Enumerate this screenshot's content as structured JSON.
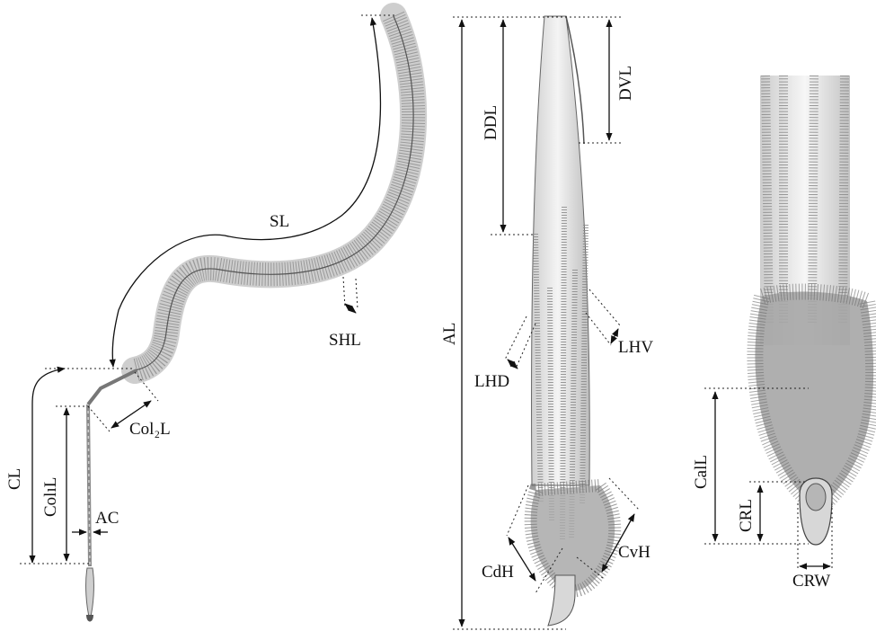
{
  "labels": {
    "sl": "SL",
    "shl": "SHL",
    "cl": "CL",
    "col1l": "ColıL",
    "col2l": "Col₂L",
    "ac": "AC",
    "al": "AL",
    "ddl": "DDL",
    "dvl": "DVL",
    "lhd": "LHD",
    "lhv": "LHV",
    "cdh": "CdH",
    "cvh": "CvH",
    "call": "CalL",
    "crl": "CRL",
    "crw": "CRW"
  },
  "colors": {
    "ink": "#111111",
    "hair": "#7a7a7a",
    "body": "#d9d9d9",
    "background": "#ffffff"
  }
}
